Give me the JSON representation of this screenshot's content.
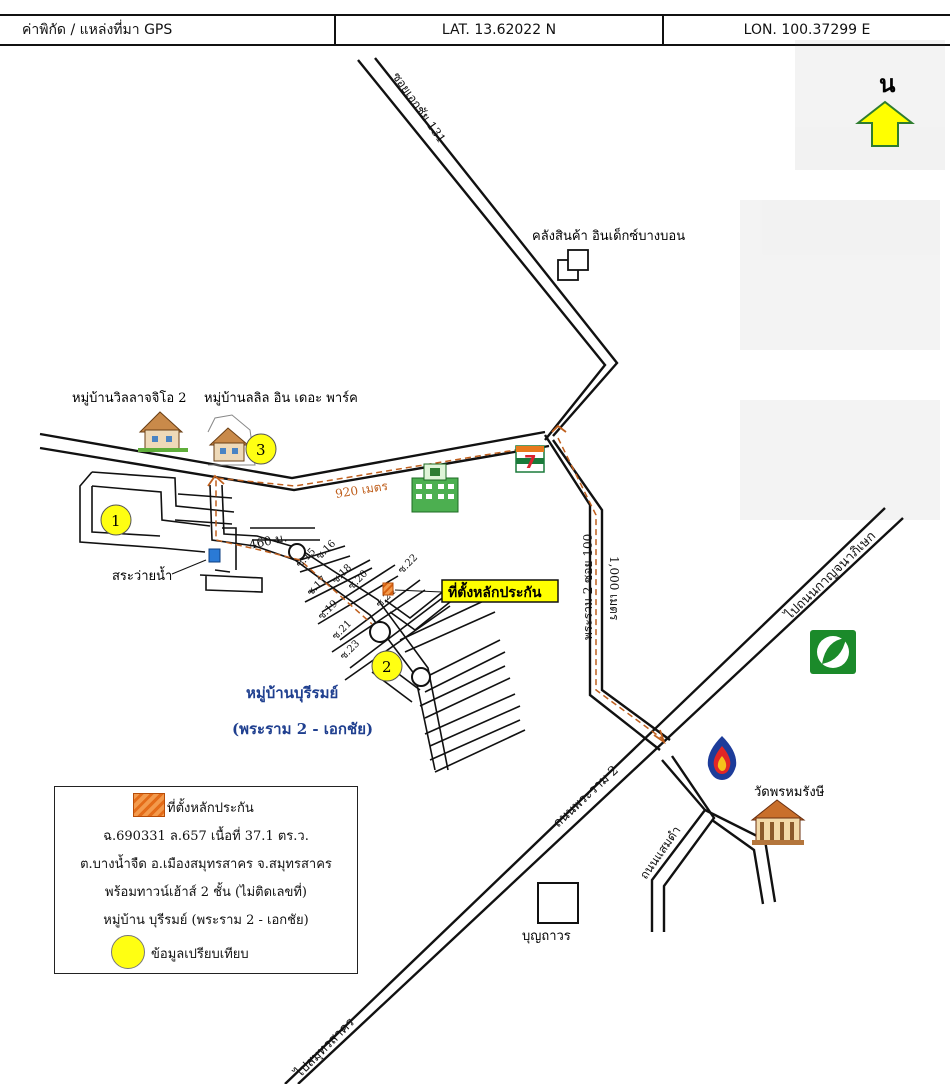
{
  "header": {
    "coord_label": "ค่าพิกัด / แหล่งที่มา GPS",
    "lat": "LAT. 13.62022 N",
    "lon": "LON. 100.37299 E"
  },
  "north_label": "น",
  "roads": {
    "soi_ekachai_131": "ซอยเอกชัย 131",
    "rama2_soi100": "พระราม 2 ซอย 100",
    "thanon_rama2": "ถนนพระราม 2",
    "to_kanchanaphisek": "ไปถนนกาญจนาภิเษก",
    "to_samut_sakhon": "ไปสมุทรสาคร",
    "thanon_saemdam": "ถนนแสมดำ"
  },
  "distances": {
    "d920": "920 เมตร",
    "d460": "460 ม.",
    "d1000": "1,000 เมตร"
  },
  "places": {
    "warehouse": "คลังสินค้า อินเด็กซ์บางบอน",
    "villa_la_jio": "หมู่บ้านวิลลาจจิโอ 2",
    "lalin_park": "หมู่บ้านลลิล อิน เดอะ พาร์ค",
    "pond": "สระว่ายน้ำ",
    "collateral": "ที่ตั้งหลักประกัน",
    "village_title": "หมู่บ้านบุรีรมย์",
    "village_sub": "(พระราม 2 - เอกชัย)",
    "temple": "วัดพรหมรังษี",
    "boonthawon": "บุญถาวร"
  },
  "markers": [
    "1",
    "2",
    "3"
  ],
  "sois": [
    "ซ.15",
    "ซ.16",
    "ซ.17",
    "ซ.18",
    "ซ.19",
    "ซ.20",
    "ซ.21",
    "ซ.22",
    "ซ.23",
    "ซ.24"
  ],
  "legend": {
    "collateral": "ที่ตั้งหลักประกัน",
    "deed": "ฉ.690331 ล.657 เนื้อที่ 37.1 ตร.ว.",
    "location": "ต.บางน้ำจืด อ.เมืองสมุทรสาคร จ.สมุทรสาคร",
    "building": "พร้อมทาวน์เฮ้าส์ 2 ชั้น (ไม่ติดเลขที่)",
    "village": "หมู่บ้าน บุรีรมย์ (พระราม 2 - เอกชัย)",
    "compare": "ข้อมูลเปรียบเทียบ"
  },
  "colors": {
    "road": "#111111",
    "route": "#c0601e",
    "marker": "#ffff12",
    "collateral": "#e46c19",
    "north_arrow": "#ffff00",
    "village_text": "#1f3f8f",
    "highlight": "#ffff00"
  }
}
